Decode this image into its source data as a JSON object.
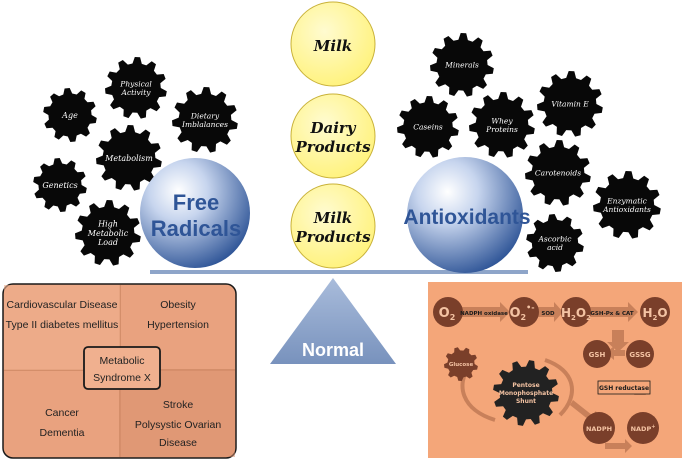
{
  "balance": {
    "left_ball": {
      "line1": "Free",
      "line2": "Radicals"
    },
    "right_ball": "Antioxidants",
    "stack": [
      {
        "line1": "Milk",
        "line2": ""
      },
      {
        "line1": "Dairy",
        "line2": "Products"
      },
      {
        "line1": "Milk",
        "line2": "Products"
      }
    ],
    "fulcrum_label": "Normal"
  },
  "left_gears": [
    {
      "lines": [
        "Age"
      ]
    },
    {
      "lines": [
        "Physical",
        "Activity"
      ]
    },
    {
      "lines": [
        "Metabolism"
      ]
    },
    {
      "lines": [
        "Dietary",
        "Imblalances"
      ]
    },
    {
      "lines": [
        "Genetics"
      ]
    },
    {
      "lines": [
        "High",
        "Metabolic",
        "Load"
      ]
    }
  ],
  "right_gears": [
    {
      "lines": [
        "Minerals"
      ]
    },
    {
      "lines": [
        "Caseins"
      ]
    },
    {
      "lines": [
        "Whey",
        "Proteins"
      ]
    },
    {
      "lines": [
        "Vitamin E"
      ]
    },
    {
      "lines": [
        "Carotenoids"
      ]
    },
    {
      "lines": [
        "Enzymatic",
        "Antioxidants"
      ]
    },
    {
      "lines": [
        "Ascorbic",
        "acid"
      ]
    }
  ],
  "diseases": {
    "top_left": [
      "Cardiovascular Disease",
      "Type II diabetes mellitus"
    ],
    "top_right": [
      "Obesity",
      "Hypertension"
    ],
    "bottom_left": [
      "Cancer",
      "Dementia"
    ],
    "bottom_right": [
      "Stroke",
      "Polysystic Ovarian",
      "Disease"
    ],
    "center": [
      "Metabolic",
      "Syndrome X"
    ]
  },
  "pathway": {
    "o2": "O",
    "o2_sub": "2",
    "nadph_oxidase": "NADPH oxidase",
    "superoxide": "O",
    "superoxide_sub": "2",
    "superoxide_sup": "•-",
    "sod": "SOD",
    "h2o2_a": "H",
    "h2o2_b": "O",
    "h2o2_sub": "2",
    "gsh_px": "GSH-Px & CAT",
    "h2o_a": "H",
    "h2o_sub": "2",
    "h2o_b": "O",
    "gsh": "GSH",
    "gssg": "GSSG",
    "gsh_reductase": "GSH reductase",
    "glucose": "Glucose",
    "shunt": [
      "Pentose",
      "Monophosphate",
      "Shunt"
    ],
    "nadph": "NADPH",
    "nadp": "NADP",
    "nadp_sup": "+"
  },
  "colors": {
    "gear": "#080808",
    "ball_light": "#dce6f5",
    "ball_dark": "#2f5597",
    "ball_text": "#2f5597",
    "stack": "#fff27a",
    "stack_border": "#c9b23a",
    "fulcrum": "#8ea5c9",
    "beam": "#8ea5c9",
    "disease_fill": "#e9a27f",
    "disease_border": "#1a1a1a",
    "pathway_bg": "#f4a679",
    "pathway_circle": "#7a3f2a"
  }
}
